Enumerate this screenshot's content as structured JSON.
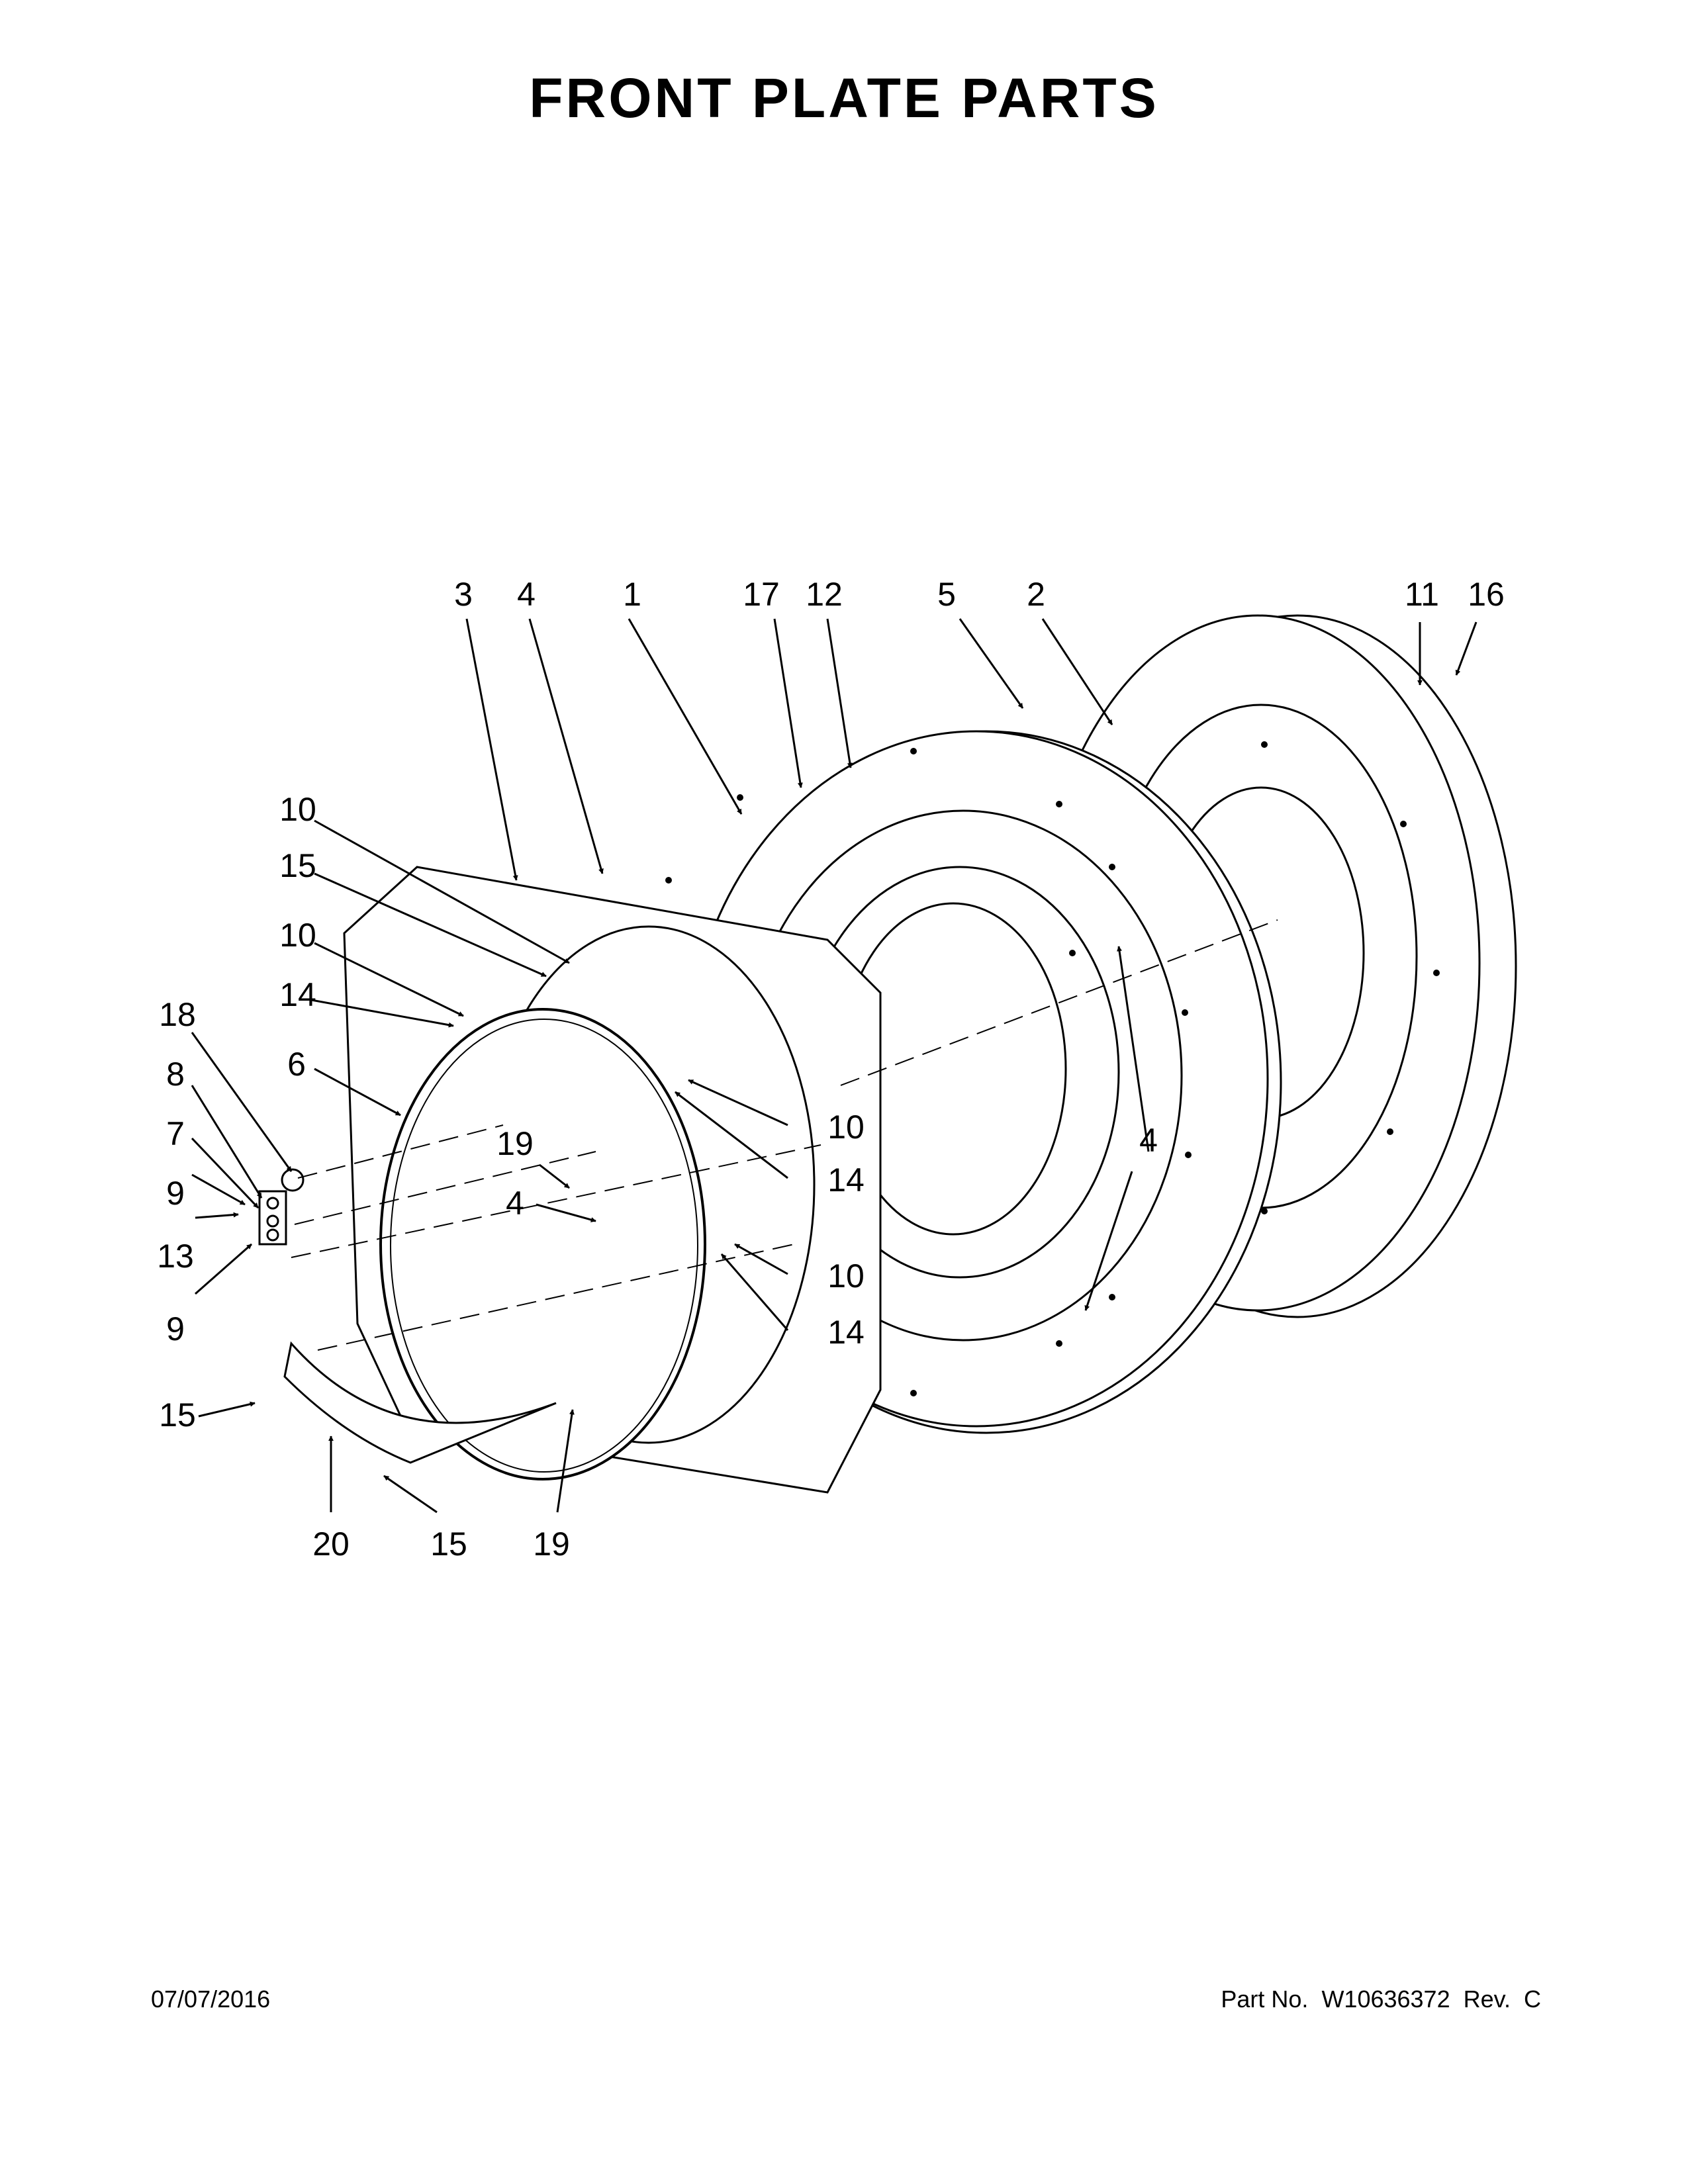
{
  "title": "FRONT PLATE PARTS",
  "footer": {
    "date": "07/07/2016",
    "part_label": "Part No.",
    "part_number": "W10636372",
    "rev_label": "Rev.",
    "rev": "C"
  },
  "callouts": [
    "3",
    "4",
    "1",
    "17",
    "12",
    "5",
    "2",
    "11",
    "16",
    "10",
    "15",
    "10",
    "14",
    "18",
    "8",
    "6",
    "7",
    "9",
    "13",
    "9",
    "19",
    "4",
    "10",
    "14",
    "10",
    "14",
    "4",
    "15",
    "20",
    "15",
    "19"
  ]
}
